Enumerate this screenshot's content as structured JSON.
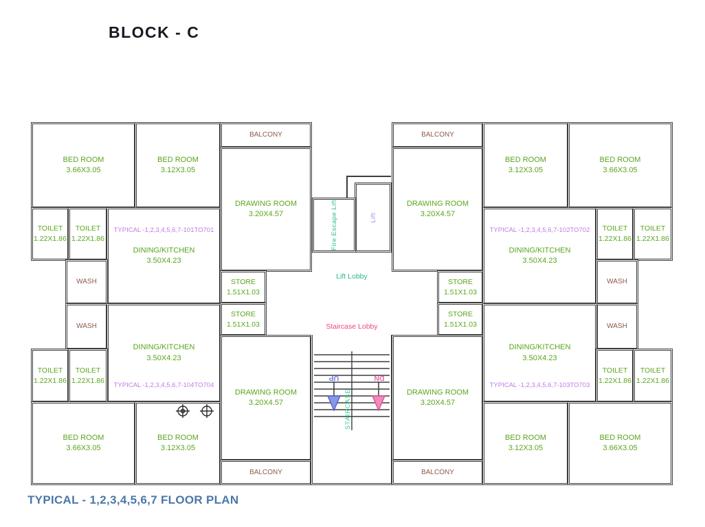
{
  "header": {
    "title": "BLOCK - C"
  },
  "footer": {
    "title": "TYPICAL - 1,2,3,4,5,6,7 FLOOR PLAN"
  },
  "labels": {
    "bedroom": "BED ROOM",
    "toilet": "TOILET",
    "dining_kitchen": "DINING/KITCHEN",
    "wash": "WASH",
    "balcony": "BALCONY",
    "store": "STORE",
    "drawing_room": "DRAWING ROOM"
  },
  "dims": {
    "bedroom_large": "3.66X3.05",
    "bedroom_small": "3.12X3.05",
    "toilet": "1.22X1.86",
    "dining_kitchen": "3.50X4.23",
    "drawing_room": "3.20X4.57",
    "store": "1.51X1.03"
  },
  "units": {
    "u101": "TYPICAL -1,2,3,4,5,6,7-101TO701",
    "u102": "TYPICAL -1,2,3,4,5,6,7-102TO702",
    "u103": "TYPICAL -1,2,3,4,5,6,7-103TO703",
    "u104": "TYPICAL -1,2,3,4,5,6,7-104TO704"
  },
  "core": {
    "fire_escape_lift": "Fire Escape Lift",
    "lift": "Lift",
    "lift_lobby": "Lift Lobby",
    "staircase_lobby": "Staircase Lobby",
    "staircase": "STAIRCASE",
    "up": "UP",
    "down": "DN"
  },
  "colors": {
    "room_label_green": "#5aa51c",
    "service_label_brown": "#8c5a4b",
    "unit_label_purple": "#bf7be4",
    "fire_escape_green": "#2bb985",
    "lift_purple": "#9a8ce8",
    "staircase_green": "#2fd195",
    "lobby_pink": "#ee4487",
    "up_arrow_blue": "#7381e2",
    "down_arrow_pink": "#e96aa8",
    "footer_blue": "#4b77a9",
    "title_dark": "#191922",
    "wall": "#3b3b3b"
  }
}
